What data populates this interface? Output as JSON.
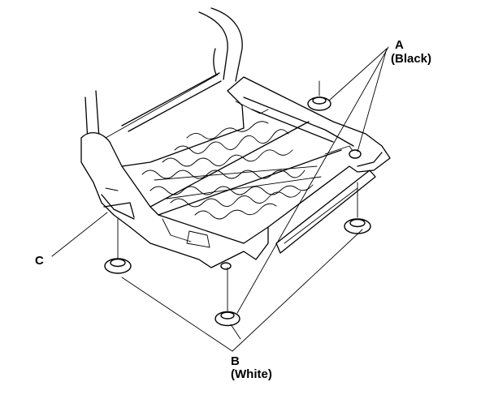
{
  "labels": {
    "a": {
      "letter": "A",
      "note": "(Black)"
    },
    "b": {
      "letter": "B",
      "note": "(White)"
    },
    "c": {
      "letter": "C"
    }
  }
}
